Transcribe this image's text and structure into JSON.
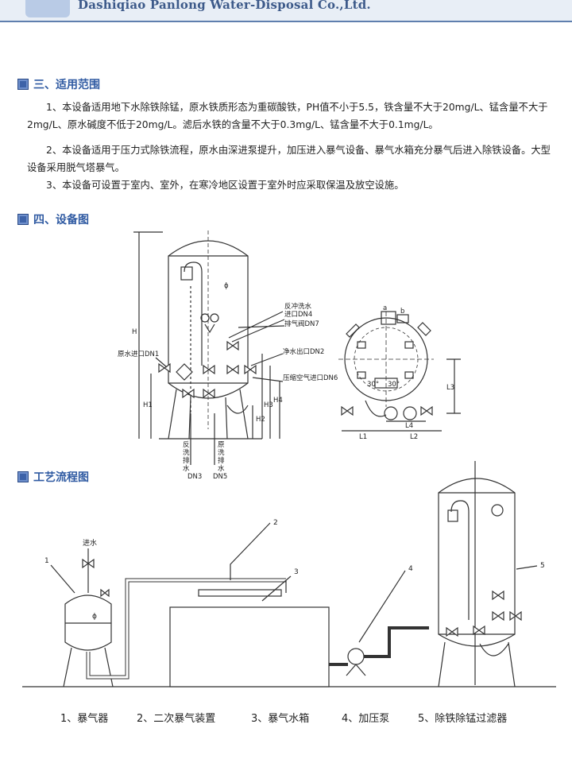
{
  "header": {
    "company": "Dashiqiao Panlong Water-Disposal Co.,Ltd."
  },
  "sections": {
    "scope": {
      "title": "三、适用范围",
      "paragraphs": [
        "1、本设备适用地下水除铁除锰，原水铁质形态为重碳酸铁，PH值不小于5.5，铁含量不大于20mg/L、锰含量不大于2mg/L、原水碱度不低于20mg/L。滤后水铁的含量不大于0.3mg/L、锰含量不大于0.1mg/L。",
        "2、本设备适用于压力式除铁流程，原水由深进泵提升，加压进入暴气设备、暴气水箱充分暴气后进入除铁设备。大型设备采用脱气塔暴气。",
        "3、本设备可设置于室内、室外，在寒冷地区设置于室外时应采取保温及放空设施。"
      ]
    },
    "equipment": {
      "title": "四、设备图",
      "labels": {
        "backwash_inlet": "反冲洗水",
        "backwash_inlet_2": "进口DN4",
        "vent": "排气阀DN7",
        "raw_inlet": "原水进口DN1",
        "clean_outlet": "净水出口DN2",
        "air_inlet": "压缩空气进口DN6",
        "backwash_drain": "反洗排水",
        "backwash_drain_dn": "DN3",
        "raw_drain": "原洗排水",
        "raw_drain_dn": "DN5",
        "dim_H": "H",
        "dim_H1": "H1",
        "dim_H2": "H2",
        "dim_H3": "H3",
        "dim_H4": "H4",
        "dim_phi": "ϕ",
        "dim_L1": "L1",
        "dim_L2": "L2",
        "dim_L3": "L3",
        "dim_L4": "L4",
        "mark_a": "a",
        "mark_b": "b",
        "angle_30a": "30°",
        "angle_30b": "30°"
      }
    },
    "process": {
      "title": "工艺流程图",
      "labels": {
        "inlet": "进水",
        "n1": "1",
        "n2": "2",
        "n3": "3",
        "n4": "4",
        "n5": "5",
        "phi": "ϕ"
      },
      "captions": [
        "1、暴气器",
        "2、二次暴气装置",
        "3、暴气水箱",
        "4、加压泵",
        "5、除铁除锰过滤器"
      ]
    }
  }
}
